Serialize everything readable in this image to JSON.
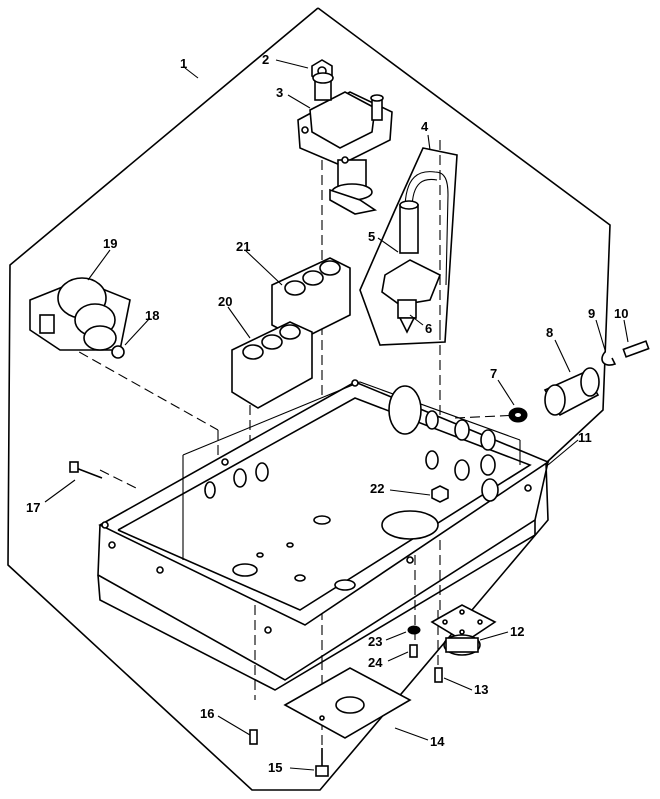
{
  "figure": {
    "callouts": [
      {
        "id": "1",
        "label": "1"
      },
      {
        "id": "2",
        "label": "2"
      },
      {
        "id": "3",
        "label": "3"
      },
      {
        "id": "4",
        "label": "4"
      },
      {
        "id": "5",
        "label": "5"
      },
      {
        "id": "6",
        "label": "6"
      },
      {
        "id": "7",
        "label": "7"
      },
      {
        "id": "8",
        "label": "8"
      },
      {
        "id": "9",
        "label": "9"
      },
      {
        "id": "10",
        "label": "10"
      },
      {
        "id": "11",
        "label": "11"
      },
      {
        "id": "12",
        "label": "12"
      },
      {
        "id": "13",
        "label": "13"
      },
      {
        "id": "14",
        "label": "14"
      },
      {
        "id": "15",
        "label": "15"
      },
      {
        "id": "16",
        "label": "16"
      },
      {
        "id": "17",
        "label": "17"
      },
      {
        "id": "18",
        "label": "18"
      },
      {
        "id": "19",
        "label": "19"
      },
      {
        "id": "20",
        "label": "20"
      },
      {
        "id": "21",
        "label": "21"
      },
      {
        "id": "22",
        "label": "22"
      },
      {
        "id": "23",
        "label": "23"
      },
      {
        "id": "24",
        "label": "24"
      }
    ]
  }
}
